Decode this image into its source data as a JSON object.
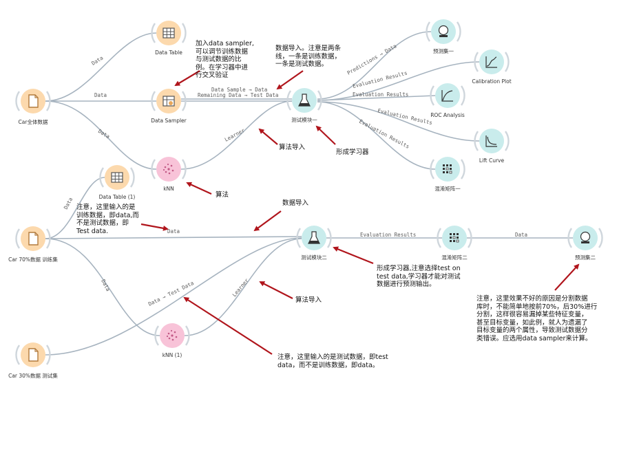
{
  "nodes": [
    {
      "id": "car_all",
      "label": "Car全体数据",
      "type": "file"
    },
    {
      "id": "data_table",
      "label": "Data Table",
      "type": "table"
    },
    {
      "id": "data_sampler",
      "label": "Data Sampler",
      "type": "sampler"
    },
    {
      "id": "knn",
      "label": "kNN",
      "type": "knn"
    },
    {
      "id": "test_1",
      "label": "测试模块一",
      "type": "test"
    },
    {
      "id": "pred_1",
      "label": "预测集一",
      "type": "predictions"
    },
    {
      "id": "calib",
      "label": "Calibration Plot",
      "type": "calibration"
    },
    {
      "id": "roc",
      "label": "ROC Analysis",
      "type": "roc"
    },
    {
      "id": "lift",
      "label": "Lift Curve",
      "type": "lift"
    },
    {
      "id": "conf_1",
      "label": "混淆矩阵一",
      "type": "confusion"
    },
    {
      "id": "data_table_1",
      "label": "Data Table (1)",
      "type": "table"
    },
    {
      "id": "car_70",
      "label": "Car 70%数据 训练集",
      "type": "file"
    },
    {
      "id": "car_30",
      "label": "Car 30%数据 测试集",
      "type": "file"
    },
    {
      "id": "knn_1",
      "label": "kNN (1)",
      "type": "knn"
    },
    {
      "id": "test_2",
      "label": "测试模块二",
      "type": "test"
    },
    {
      "id": "conf_2",
      "label": "混淆矩阵二",
      "type": "confusion"
    },
    {
      "id": "pred_2",
      "label": "预测集二",
      "type": "predictions"
    }
  ],
  "links": [
    {
      "from": "car_all",
      "to": "data_table",
      "label": "Data"
    },
    {
      "from": "car_all",
      "to": "data_sampler",
      "label": "Data"
    },
    {
      "from": "car_all",
      "to": "knn",
      "label": "Data"
    },
    {
      "from": "data_sampler",
      "to": "test_1",
      "label": "Data Sample → Data"
    },
    {
      "from": "data_sampler",
      "to": "test_1",
      "label": "Remaining Data → Test Data"
    },
    {
      "from": "knn",
      "to": "test_1",
      "label": "Learner"
    },
    {
      "from": "test_1",
      "to": "pred_1",
      "label": "Predictions → Data"
    },
    {
      "from": "test_1",
      "to": "calib",
      "label": "Evaluation Results"
    },
    {
      "from": "test_1",
      "to": "roc",
      "label": "Evaluation Results"
    },
    {
      "from": "test_1",
      "to": "lift",
      "label": "Evaluation Results"
    },
    {
      "from": "test_1",
      "to": "conf_1",
      "label": "Evaluation Results"
    },
    {
      "from": "car_70",
      "to": "data_table_1",
      "label": "Data"
    },
    {
      "from": "car_70",
      "to": "test_2",
      "label": "Data"
    },
    {
      "from": "car_70",
      "to": "knn_1",
      "label": "Data"
    },
    {
      "from": "car_30",
      "to": "test_2",
      "label": "Data → Test Data"
    },
    {
      "from": "knn_1",
      "to": "test_2",
      "label": "Learner"
    },
    {
      "from": "test_2",
      "to": "conf_2",
      "label": "Evaluation Results"
    },
    {
      "from": "conf_2",
      "to": "pred_2",
      "label": "Data"
    }
  ],
  "annotations": {
    "sampler_note": "加入data sampler,\n可以调节训练数据\n与测试数据的比\n例。在学习器中进\n行交叉验证",
    "data_import_note": "数据导入。注意是两条\n线，一条是训练数据，\n一条是测试数据。",
    "algo_import_1": "算法导入",
    "learner_1": "形成学习器",
    "algo_1": "算法",
    "train_input_note": "注意，这里输入的是\n训练数据，即data,而\n不是测试数据，即\nTest data.",
    "data_import_2": "数据导入",
    "learner_2_note": "形成学习器,注意选择test on\ntest data,学习器才能对测试\n数据进行预测输出。",
    "algo_import_2": "算法导入",
    "test_input_note": "注意，这里输入的是测试数据，即test\ndata，而不是训练数据，即data。",
    "bad_result_note": "注意，这里效果不好的原因是分割数据\n库时，不能简单地按前70%，后30%进行\n分割，这样很容易漏掉某些特征变量，\n甚至目标变量，如此例，就人为遗漏了\n目标变量的两个属性，导致测试数据分\n类错误。应选用data sampler来计算。"
  },
  "colors": {
    "file": "#fcd9ad",
    "file_dark": "#c9955a",
    "table": "#fcd9ad",
    "sampler": "#fcd9ad",
    "knn": "#f8c3d8",
    "knn_dark": "#d46f97",
    "eval": "#c9ecec",
    "eval_dark": "#3d9a9a",
    "edge": "#a6b3bf",
    "arrow": "#b0151c"
  }
}
